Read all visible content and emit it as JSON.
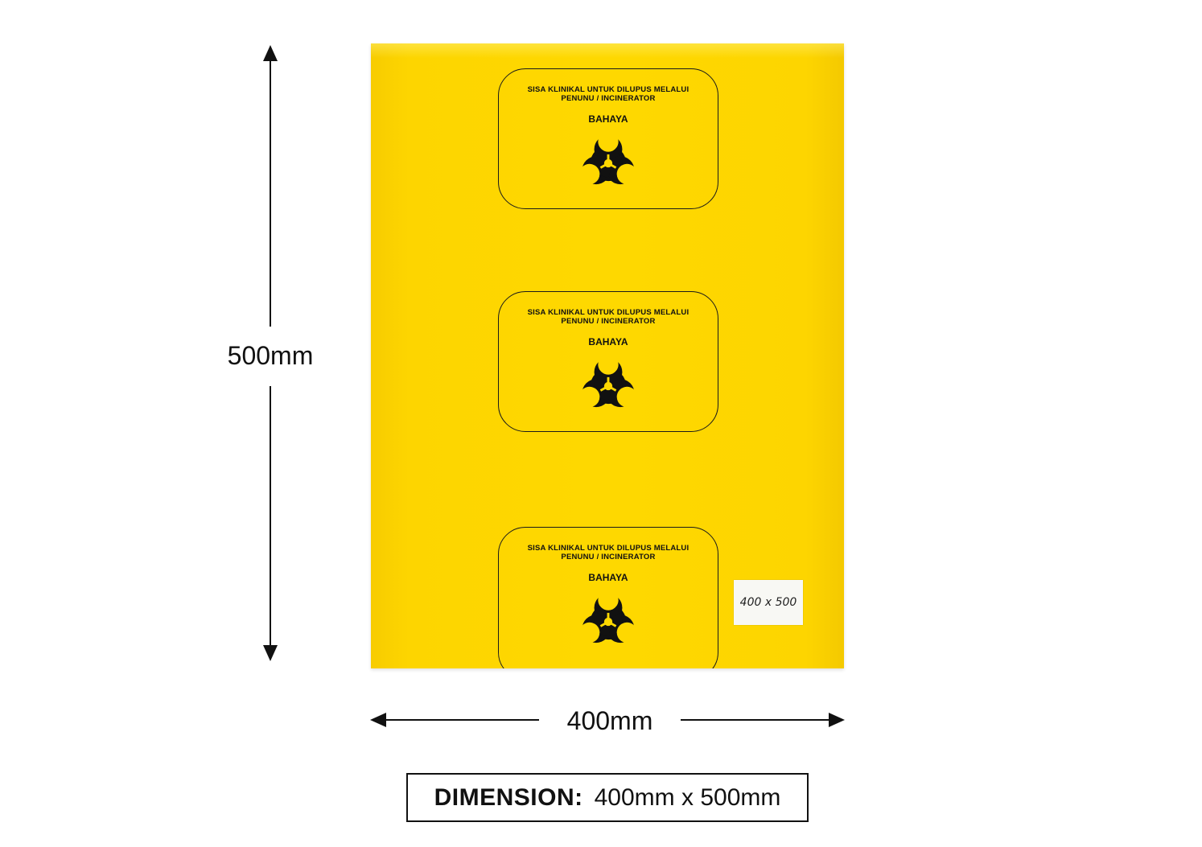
{
  "dimensions": {
    "height_label": "500mm",
    "width_label": "400mm"
  },
  "bag": {
    "color": "#FED800",
    "panels": [
      {
        "line1": "SISA KLINIKAL UNTUK DILUPUS MELALUI",
        "line2": "PENUNU / INCINERATOR",
        "warning": "BAHAYA",
        "icon": "biohazard-icon"
      },
      {
        "line1": "SISA KLINIKAL UNTUK DILUPUS MELALUI",
        "line2": "PENUNU / INCINERATOR",
        "warning": "BAHAYA",
        "icon": "biohazard-icon"
      },
      {
        "line1": "SISA KLINIKAL UNTUK DILUPUS MELALUI",
        "line2": "PENUNU / INCINERATOR",
        "warning": "BAHAYA",
        "icon": "biohazard-icon"
      }
    ],
    "size_sticker": "400 x 500"
  },
  "dimension_box": {
    "label": "DIMENSION:",
    "value": "400mm x 500mm"
  }
}
